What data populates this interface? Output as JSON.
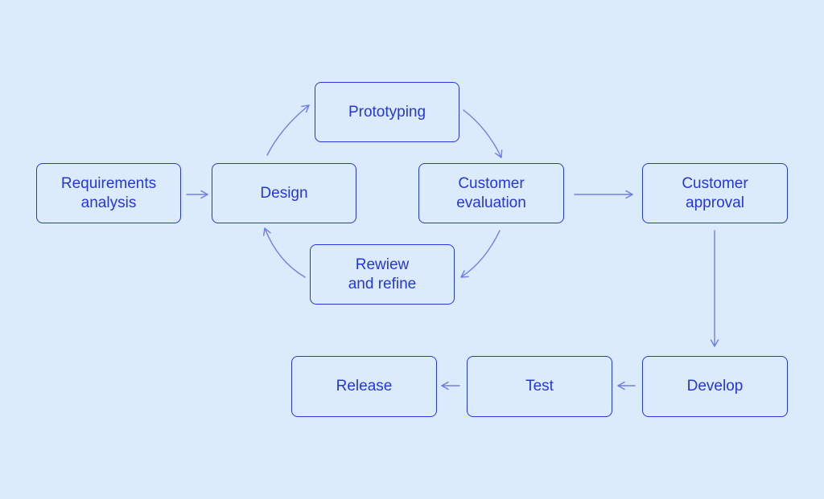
{
  "colors": {
    "background": "#DCEBFB",
    "ink": "#2436E0",
    "arrow": "#6F7DEB"
  },
  "nodes": {
    "requirements": "Requirements\nanalysis",
    "design": "Design",
    "prototyping": "Prototyping",
    "customer_evaluation": "Customer\nevaluation",
    "review_refine": "Rewiew\nand refine",
    "customer_approval": "Customer\napproval",
    "develop": "Develop",
    "test": "Test",
    "release": "Release"
  }
}
